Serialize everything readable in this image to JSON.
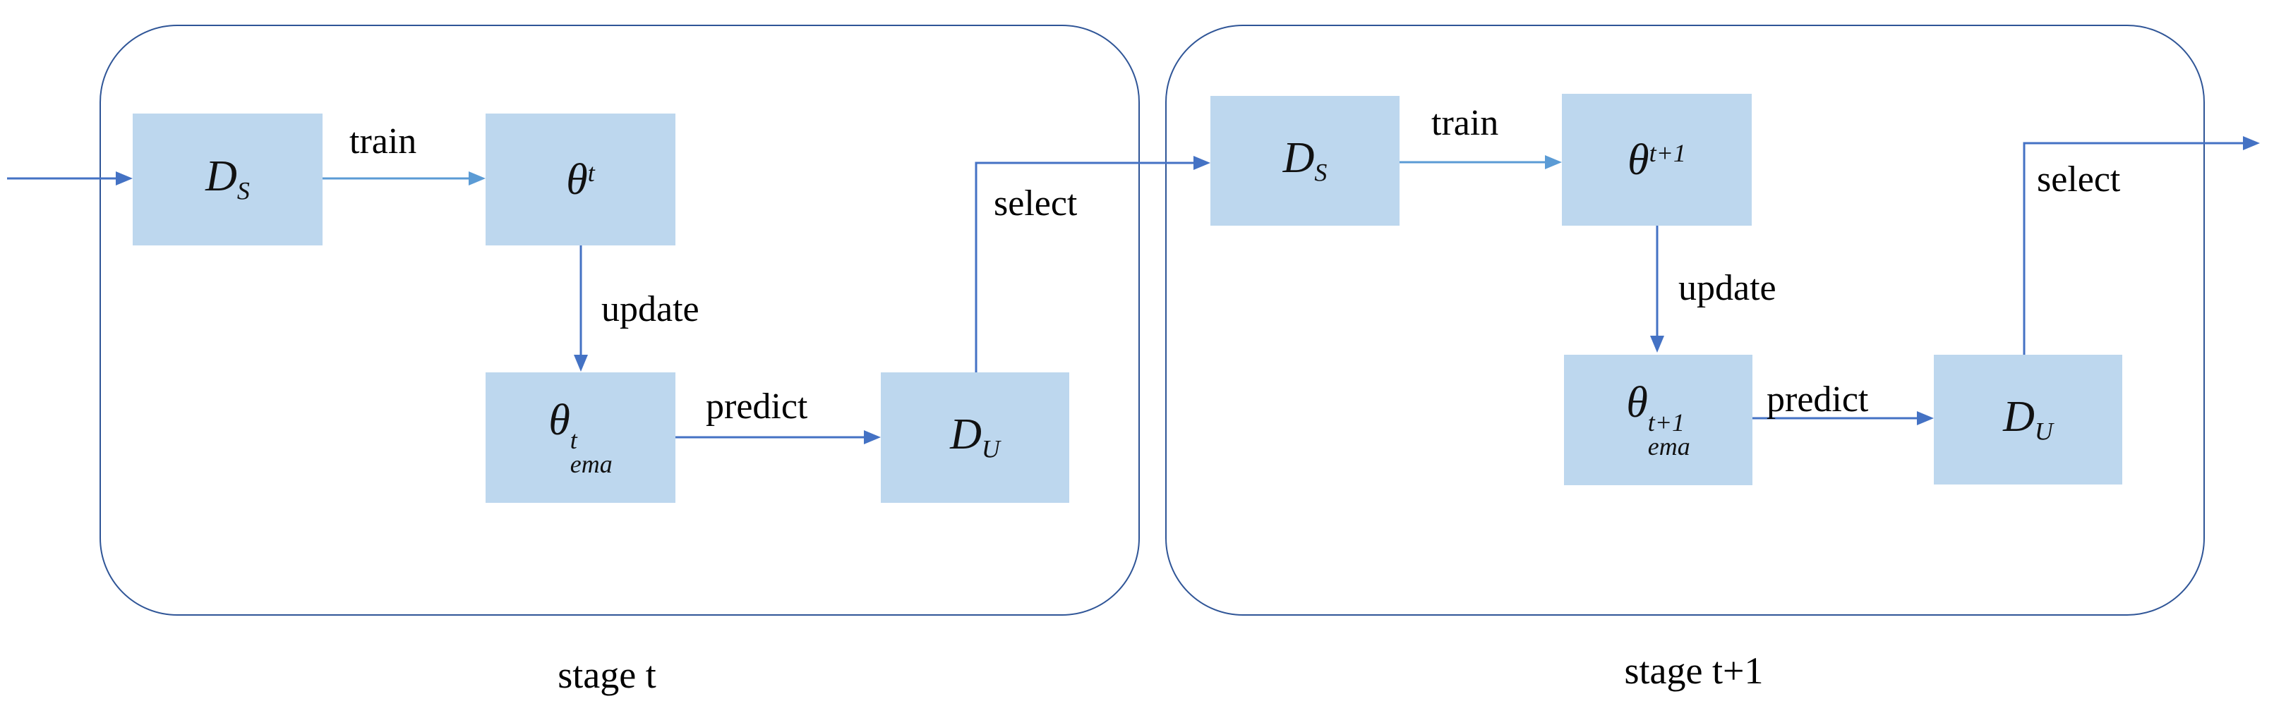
{
  "figure": {
    "description_visible_text_only": true,
    "colors": {
      "node_fill": "#BDD7EE",
      "arrow_blue": "#4472C4",
      "train_arrow_blue": "#5B9BD5",
      "stage_border_blue": "#2F5597",
      "label_text": "#000000"
    }
  },
  "stages": [
    {
      "caption": "stage t",
      "nodes": [
        {
          "id": "ds",
          "base": "D",
          "sub": "S"
        },
        {
          "id": "theta",
          "base": "θ",
          "sup": "t"
        },
        {
          "id": "ema",
          "base": "θ",
          "sup": "t",
          "sub": "ema"
        },
        {
          "id": "du",
          "base": "D",
          "sub": "U"
        }
      ],
      "edges": {
        "train": "train",
        "update": "update",
        "predict": "predict",
        "select": "select"
      }
    },
    {
      "caption": "stage t+1",
      "nodes": [
        {
          "id": "ds",
          "base": "D",
          "sub": "S"
        },
        {
          "id": "theta",
          "base": "θ",
          "sup": "t+1"
        },
        {
          "id": "ema",
          "base": "θ",
          "sup": "t+1",
          "sub": "ema"
        },
        {
          "id": "du",
          "base": "D",
          "sub": "U"
        }
      ],
      "edges": {
        "train": "train",
        "update": "update",
        "predict": "predict",
        "select": "select"
      }
    }
  ]
}
